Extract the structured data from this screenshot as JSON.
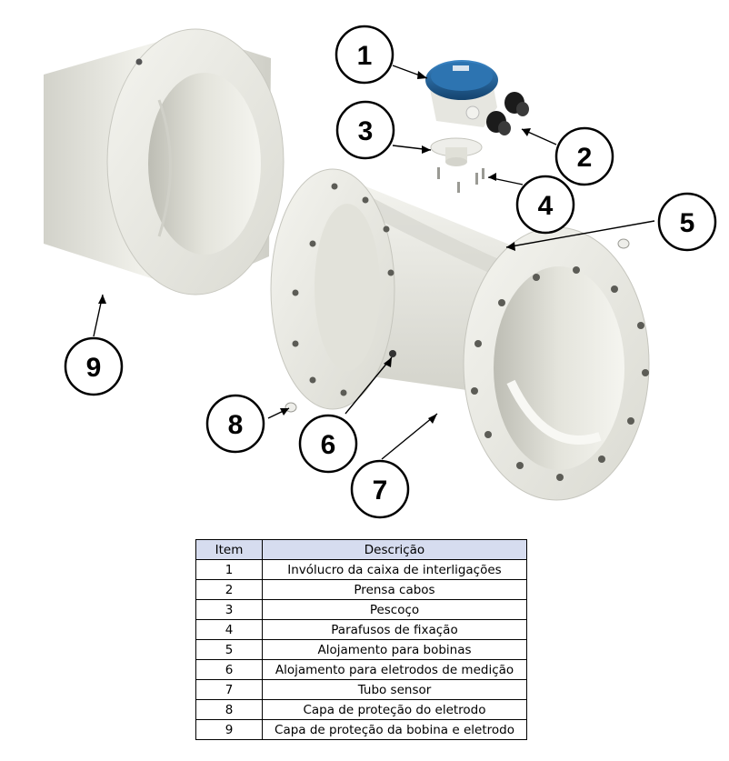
{
  "table": {
    "headers": {
      "item": "Item",
      "description": "Descrição"
    },
    "rows": [
      {
        "item": "1",
        "description": "Invólucro da caixa de interligações"
      },
      {
        "item": "2",
        "description": "Prensa cabos"
      },
      {
        "item": "3",
        "description": "Pescoço"
      },
      {
        "item": "4",
        "description": "Parafusos de fixação"
      },
      {
        "item": "5",
        "description": "Alojamento para bobinas"
      },
      {
        "item": "6",
        "description": "Alojamento para eletrodos de medição"
      },
      {
        "item": "7",
        "description": "Tubo sensor"
      },
      {
        "item": "8",
        "description": "Capa de proteção do eletrodo"
      },
      {
        "item": "9",
        "description": "Capa de proteção da bobina e eletrodo"
      }
    ]
  },
  "callouts": [
    "1",
    "2",
    "3",
    "4",
    "5",
    "6",
    "7",
    "8",
    "9"
  ],
  "colors": {
    "part_fill": "#e9e9e2",
    "part_shade": "#c9c9c0",
    "junction_box": "#1f5e93",
    "table_header": "#d6dcef"
  }
}
